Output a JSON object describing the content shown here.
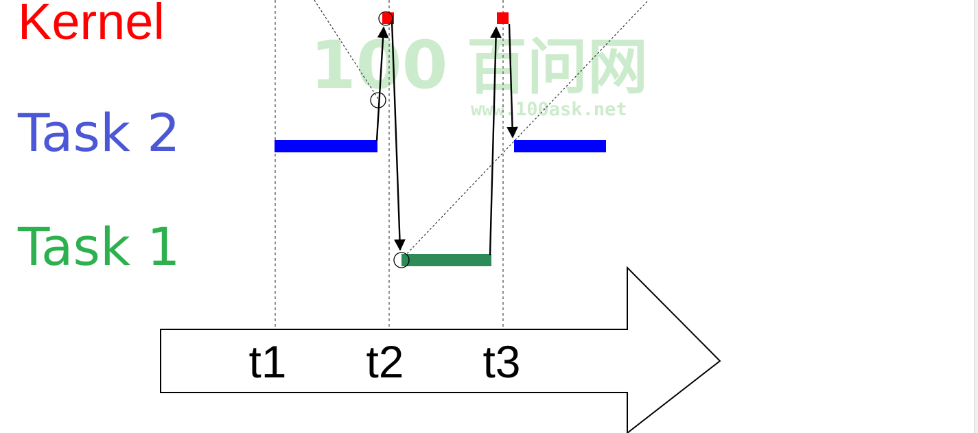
{
  "rows": {
    "kernel": {
      "label": "Kernel",
      "color": "#ff0000"
    },
    "task2": {
      "label": "Task 2",
      "color": "#4b57d6"
    },
    "task1": {
      "label": "Task 1",
      "color": "#2db14f"
    }
  },
  "ticks": [
    {
      "label": "t1"
    },
    {
      "label": "t2"
    },
    {
      "label": "t3"
    }
  ],
  "colors": {
    "task2_bar": "#0000ff",
    "task1_bar": "#2e8b57",
    "kernel_marker": "#ff0000",
    "arrow": "#000000",
    "guide": "#555555",
    "watermark": "#c7e9c7"
  },
  "watermark": {
    "number": "100",
    "chinese": "百问网",
    "url": "www.100ask.net"
  }
}
